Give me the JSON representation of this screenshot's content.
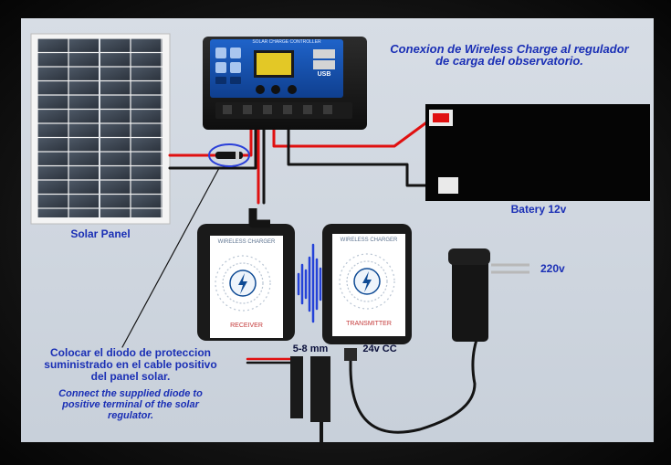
{
  "title": {
    "line1": "Conexion de Wireless Charge al regulador",
    "line2": "de carga del observatorio."
  },
  "controller": {
    "header": "SOLAR CHARGE CONTROLLER",
    "usb_label": "USB"
  },
  "labels": {
    "solar_panel": "Solar Panel",
    "battery": "Batery 12v",
    "ac": "220v",
    "gap": "5-8 mm",
    "dc_input": "24v CC"
  },
  "receiver": {
    "brand": "WIRELESS CHARGER",
    "name": "RECEIVER"
  },
  "transmitter": {
    "brand": "WIRELESS CHARGER",
    "name": "TRANSMITTER"
  },
  "note_es": {
    "line1": "Colocar el diodo de proteccion",
    "line2": "suministrado en el cable positivo",
    "line3": "del panel solar."
  },
  "note_en": {
    "line1": "Connect the supplied diode to",
    "line2": "positive terminal of the solar",
    "line3": "regulator."
  },
  "colors": {
    "label_blue": "#1a2fb5",
    "wire_red": "#e01010",
    "background": "#cfd6df"
  }
}
